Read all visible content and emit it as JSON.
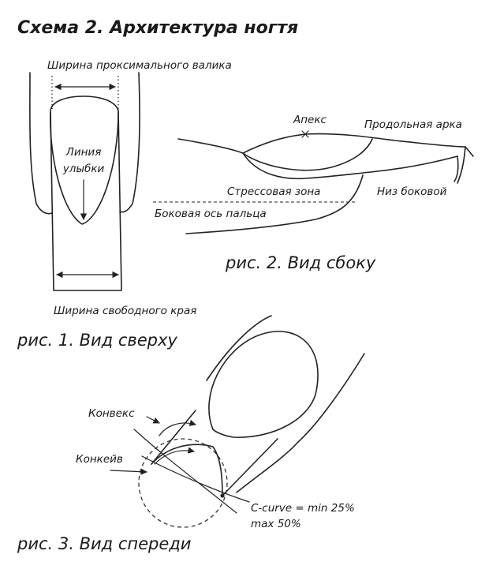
{
  "title": "Схема 2. Архитектура ногтя",
  "fig1": {
    "caption": "рис. 1. Вид сверху",
    "proximal_width_label": "Ширина проксимального валика",
    "smile_line_label_line1": "Линия",
    "smile_line_label_line2": "улыбки",
    "free_edge_width_label": "Ширина свободного края"
  },
  "fig2": {
    "caption": "рис. 2. Вид сбоку",
    "apex_label": "Апекс",
    "longitudinal_arch_label": "Продольная арка",
    "stress_zone_label": "Стрессовая зона",
    "lateral_bottom_label": "Низ боковой",
    "finger_lateral_axis_label": "Боковая ось пальца"
  },
  "fig3": {
    "caption": "рис. 3. Вид спереди",
    "convex_label": "Конвекс",
    "concave_label": "Конкейв",
    "c_curve_line1": "C-curve = min 25%",
    "c_curve_line2": "max 50%"
  }
}
